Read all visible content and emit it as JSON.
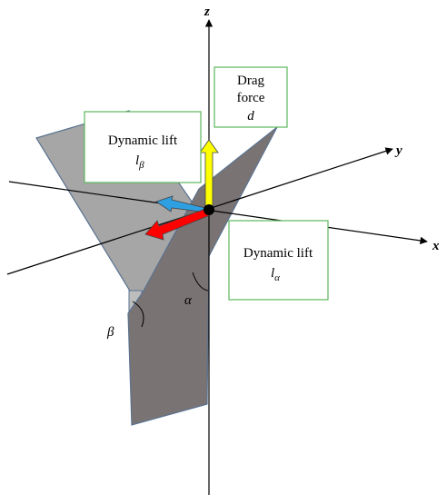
{
  "axes": {
    "z": "z",
    "y": "y",
    "x": "x"
  },
  "angles": {
    "alpha": "α",
    "beta": "β"
  },
  "labels": {
    "drag": {
      "line1": "Drag",
      "line2": "force",
      "symbol": "d"
    },
    "lift_beta": {
      "line1": "Dynamic lift",
      "symbol": "l",
      "subscript": "β"
    },
    "lift_alpha": {
      "line1": "Dynamic lift",
      "symbol": "l",
      "subscript": "α"
    }
  },
  "colors": {
    "light_plate": "#a6a6a6",
    "dark_plate": "#7a7373",
    "plate_edge": "#5a7391",
    "box_border": "#5cb85c",
    "drag_arrow": "#ffff00",
    "lift_beta_arrow": "#2e9fe0",
    "lift_alpha_arrow": "#ff0000"
  }
}
